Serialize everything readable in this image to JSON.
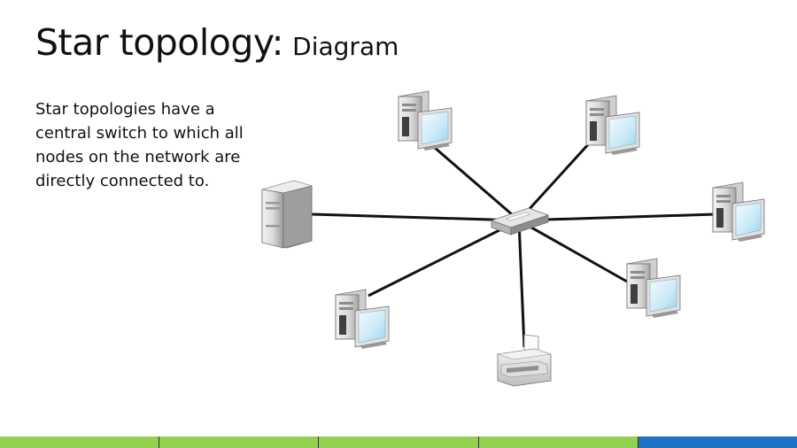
{
  "slide": {
    "title_main": "Star topology:",
    "title_sub": "Diagram",
    "body": "Star topologies have a central switch to which all nodes on the network are directly connected to."
  },
  "diagram": {
    "hub": {
      "icon": "network-switch-icon"
    },
    "nodes": [
      {
        "name": "server-top-left",
        "icon": "desktop-computer-icon"
      },
      {
        "name": "server-top-right",
        "icon": "desktop-computer-icon"
      },
      {
        "name": "server-right",
        "icon": "desktop-computer-icon"
      },
      {
        "name": "server-lower-right",
        "icon": "desktop-computer-icon"
      },
      {
        "name": "printer-bottom",
        "icon": "printer-icon"
      },
      {
        "name": "server-lower-left",
        "icon": "desktop-computer-icon"
      },
      {
        "name": "server-left",
        "icon": "server-tower-icon"
      }
    ]
  },
  "footer": {
    "segment_colors": [
      "#92d050",
      "#92d050",
      "#92d050",
      "#92d050",
      "#1f73c5"
    ]
  }
}
